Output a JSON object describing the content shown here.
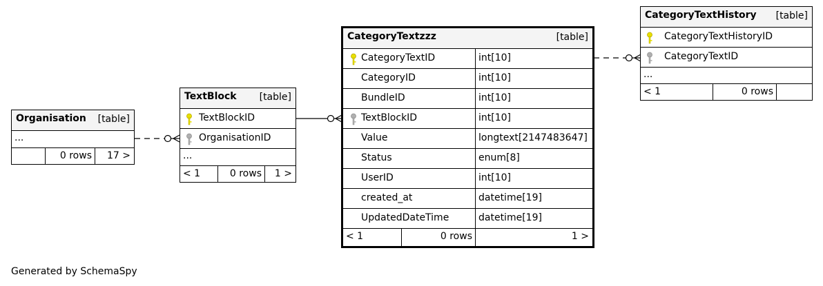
{
  "tables": {
    "organisation": {
      "name": "Organisation",
      "kind": "[table]",
      "more": "...",
      "nav": {
        "prev": "",
        "rows": "0 rows",
        "next": "17 >"
      }
    },
    "textblock": {
      "name": "TextBlock",
      "kind": "[table]",
      "columns": [
        {
          "name": "TextBlockID",
          "key": "primary-key"
        },
        {
          "name": "OrganisationID",
          "key": "foreign-key"
        }
      ],
      "more": "...",
      "nav": {
        "prev": "< 1",
        "rows": "0 rows",
        "next": "1 >"
      }
    },
    "categorytext": {
      "name": "CategoryTextzzz",
      "kind": "[table]",
      "columns": [
        {
          "name": "CategoryTextID",
          "type": "int[10]",
          "key": "primary-key"
        },
        {
          "name": "CategoryID",
          "type": "int[10]",
          "key": ""
        },
        {
          "name": "BundleID",
          "type": "int[10]",
          "key": ""
        },
        {
          "name": "TextBlockID",
          "type": "int[10]",
          "key": "foreign-key"
        },
        {
          "name": "Value",
          "type": "longtext[2147483647]",
          "key": ""
        },
        {
          "name": "Status",
          "type": "enum[8]",
          "key": ""
        },
        {
          "name": "UserID",
          "type": "int[10]",
          "key": ""
        },
        {
          "name": "created_at",
          "type": "datetime[19]",
          "key": ""
        },
        {
          "name": "UpdatedDateTime",
          "type": "datetime[19]",
          "key": ""
        }
      ],
      "nav": {
        "prev": "< 1",
        "rows": "0 rows",
        "next": "1 >"
      }
    },
    "history": {
      "name": "CategoryTextHistory",
      "kind": "[table]",
      "columns": [
        {
          "name": "CategoryTextHistoryID",
          "key": "primary-key"
        },
        {
          "name": "CategoryTextID",
          "key": "foreign-key"
        }
      ],
      "more": "...",
      "nav": {
        "prev": "< 1",
        "rows": "0 rows",
        "next": ""
      }
    }
  },
  "icons": {
    "primary_key": "key-icon-yellow",
    "foreign_key": "key-icon-grey"
  },
  "colors": {
    "primary_key": "#e8e000",
    "foreign_key": "#b0b0b0",
    "header_bg": "#f4f4f4"
  },
  "footer": "Generated by SchemaSpy"
}
